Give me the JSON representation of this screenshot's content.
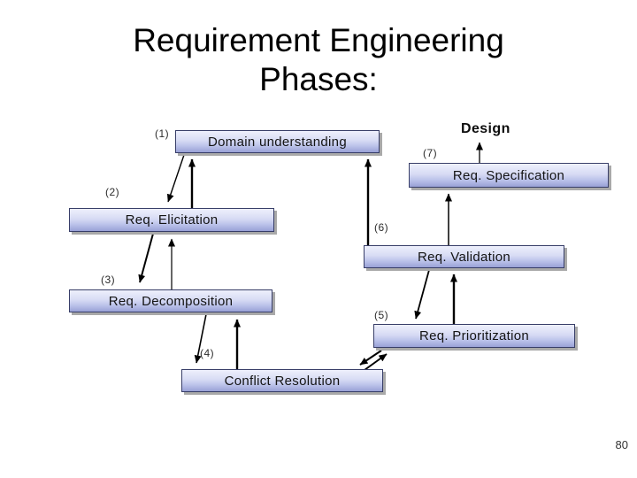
{
  "title": {
    "line1": "Requirement Engineering",
    "line2": "Phases:"
  },
  "page_number": "80",
  "diagram": {
    "design_label": "Design",
    "boxes": {
      "domain_understanding": {
        "label": "Domain understanding",
        "number": "(1)"
      },
      "req_elicitation": {
        "label": "Req. Elicitation",
        "number": "(2)"
      },
      "req_decomposition": {
        "label": "Req. Decomposition",
        "number": "(3)"
      },
      "conflict_resolution": {
        "label": "Conflict Resolution",
        "number": "(4)"
      },
      "req_prioritization": {
        "label": "Req. Prioritization",
        "number": "(5)"
      },
      "req_validation": {
        "label": "Req. Validation",
        "number": "(6)"
      },
      "req_specification": {
        "label": "Req. Specification",
        "number": "(7)"
      }
    },
    "arrows": [
      "domain-understanding -> req-elicitation",
      "req-elicitation -> domain-understanding",
      "req-elicitation -> req-decomposition",
      "req-decomposition -> req-elicitation",
      "req-decomposition -> conflict-resolution",
      "conflict-resolution -> req-decomposition",
      "conflict-resolution -> req-prioritization",
      "req-prioritization -> conflict-resolution",
      "req-prioritization -> req-validation",
      "req-validation -> req-prioritization",
      "req-validation -> req-specification",
      "req-validation -> domain-understanding",
      "req-specification -> design"
    ],
    "colors": {
      "box_gradient_top": "#eef0fc",
      "box_gradient_bottom": "#99a1d6",
      "box_border": "#383e68",
      "box_shadow": "#a9a9a9",
      "arrow": "#000000",
      "title_text": "#000000",
      "box_text": "#141414"
    }
  }
}
